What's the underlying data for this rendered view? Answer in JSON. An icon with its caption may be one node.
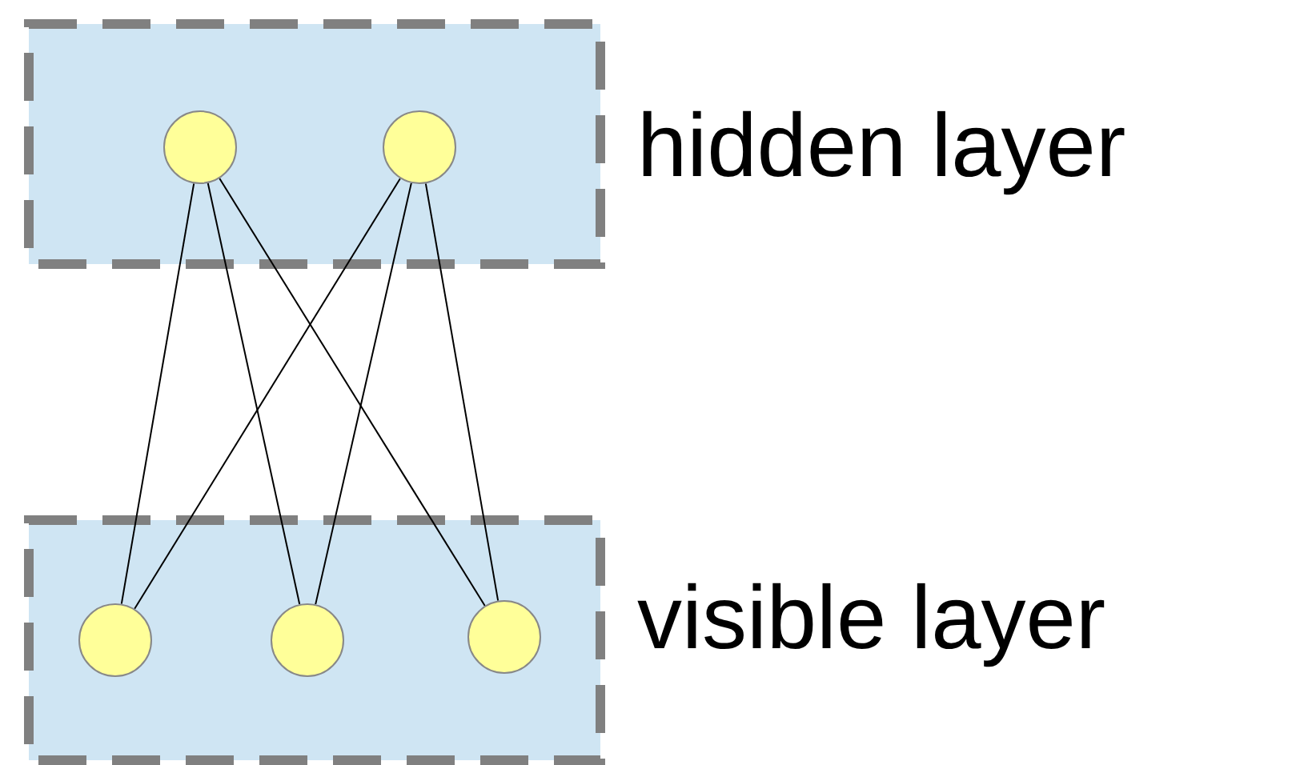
{
  "diagram": {
    "nodes": [
      {
        "text": [
          "hidden layer"
        ]
      },
      {
        "text": [],
        "shape": "circle",
        "in": 0
      },
      {
        "text": [],
        "shape": "circle",
        "in": 0
      },
      {
        "text": [
          "visible layer"
        ]
      },
      {
        "text": [],
        "shape": "circle",
        "in": 3
      },
      {
        "text": [],
        "shape": "circle",
        "in": 3
      },
      {
        "text": [],
        "shape": "circle",
        "in": 3
      }
    ],
    "edges": [
      {
        "from": 1,
        "to": 4,
        "arrow": "none"
      },
      {
        "from": 1,
        "to": 5,
        "arrow": "none"
      },
      {
        "from": 1,
        "to": 6,
        "arrow": "none"
      },
      {
        "from": 2,
        "to": 4,
        "arrow": "none"
      },
      {
        "from": 2,
        "to": 5,
        "arrow": "none"
      },
      {
        "from": 2,
        "to": 6,
        "arrow": "none"
      }
    ]
  }
}
